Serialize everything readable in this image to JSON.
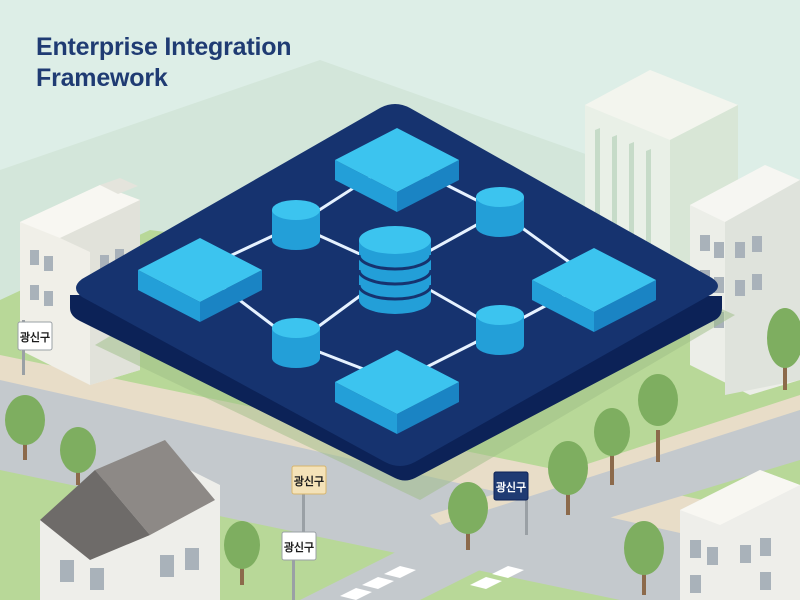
{
  "title": {
    "line1": "Enterprise Integration",
    "line2": "Framework"
  },
  "signs": {
    "left": "광신구",
    "center": "광신구",
    "right": "광신구",
    "bottom": "광신구"
  },
  "diagram": {
    "nodes": [
      {
        "id": "block-top",
        "shape": "block"
      },
      {
        "id": "block-left",
        "shape": "block"
      },
      {
        "id": "block-right",
        "shape": "block"
      },
      {
        "id": "block-bottom",
        "shape": "block"
      },
      {
        "id": "database-center",
        "shape": "database"
      },
      {
        "id": "cylinder-upper-left",
        "shape": "cylinder"
      },
      {
        "id": "cylinder-upper-right",
        "shape": "cylinder"
      },
      {
        "id": "cylinder-lower-left",
        "shape": "cylinder"
      },
      {
        "id": "cylinder-lower-right",
        "shape": "cylinder"
      }
    ],
    "edges": [
      [
        "block-top",
        "cylinder-upper-left"
      ],
      [
        "block-top",
        "cylinder-upper-right"
      ],
      [
        "cylinder-upper-left",
        "block-left"
      ],
      [
        "cylinder-upper-left",
        "database-center"
      ],
      [
        "cylinder-upper-right",
        "database-center"
      ],
      [
        "cylinder-upper-right",
        "block-right"
      ],
      [
        "block-left",
        "cylinder-lower-left"
      ],
      [
        "cylinder-lower-left",
        "database-center"
      ],
      [
        "cylinder-lower-left",
        "block-bottom"
      ],
      [
        "database-center",
        "cylinder-lower-right"
      ],
      [
        "cylinder-lower-right",
        "block-right"
      ],
      [
        "cylinder-lower-right",
        "block-bottom"
      ]
    ]
  },
  "colors": {
    "platform": "#16336f",
    "platform_edge": "#0c2257",
    "node_top": "#3cc4ef",
    "node_left": "#239fd8",
    "node_right": "#1a84c4",
    "connector": "#e6f2ff",
    "title": "#1f3b73",
    "sky": "#dcefe8",
    "grass": "#b5d794",
    "road": "#bfc6cc",
    "tree": "#7cab5e"
  }
}
